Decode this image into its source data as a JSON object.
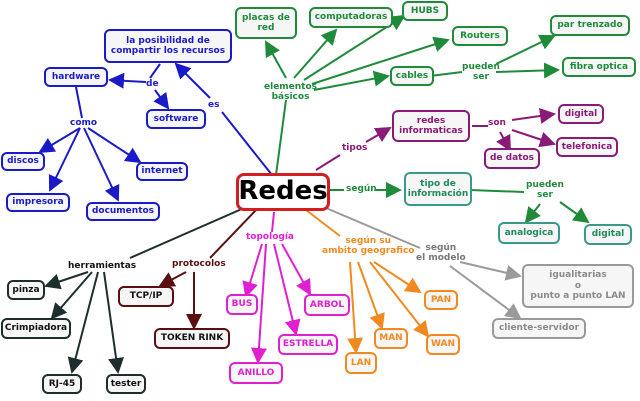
{
  "root": "Redes",
  "nodes": {
    "share": "la  posibilidad de\ncompartir los recursos",
    "hardware": "hardware",
    "software": "software",
    "discos": "discos",
    "impresora": "impresora",
    "documentos": "documentos",
    "internet": "internet",
    "placas": "placas de\nred",
    "computadoras": "computadoras",
    "hubs": "HUBS",
    "routers": "Routers",
    "cables": "cables",
    "par_trenzado": "par trenzado",
    "fibra": "fibra optica",
    "redes_inf": "redes\ninformaticas",
    "digital1": "digital",
    "telefonica": "telefonica",
    "de_datos": "de datos",
    "tipo_info": "tipo de\ninformación",
    "analogica": "analogica",
    "digital2": "digital",
    "pinza": "pinza",
    "crimpiadora": "Crimpiadora",
    "rj45": "RJ-45",
    "tester": "tester",
    "tcpip": "TCP/IP",
    "token": "TOKEN RINK",
    "bus": "BUS",
    "anillo": "ANILLO",
    "estrella": "ESTRELLA",
    "arbol": "ARBOL",
    "pan": "PAN",
    "man": "MAN",
    "wan": "WAN",
    "lan": "LAN",
    "igualitarias": "igualitarias\no\npunto a punto LAN",
    "cliente": "cliente-servidor"
  },
  "labels": {
    "es": "es",
    "de": "de",
    "como": "como",
    "elementos": "elementos\nbásicos",
    "pueden_ser1": "pueden\nser",
    "tipos": "tipos",
    "son": "son",
    "segun": "según",
    "pueden_ser2": "pueden\nser",
    "herramientas": "herramientas",
    "protocolos": "protocolos",
    "topologia": "topología",
    "segun_ambito": "según su\nambito geografico",
    "segun_modelo": "según\nel modelo"
  },
  "colors": {
    "root": "#d11f1f",
    "blue": "#1a1ac8",
    "green": "#1e8a3a",
    "purple": "#8a1a78",
    "dark": "#1e2e2e",
    "brown": "#5a1010",
    "magenta": "#e020d0",
    "orange": "#f08a20",
    "gray": "#9a9a9a"
  }
}
